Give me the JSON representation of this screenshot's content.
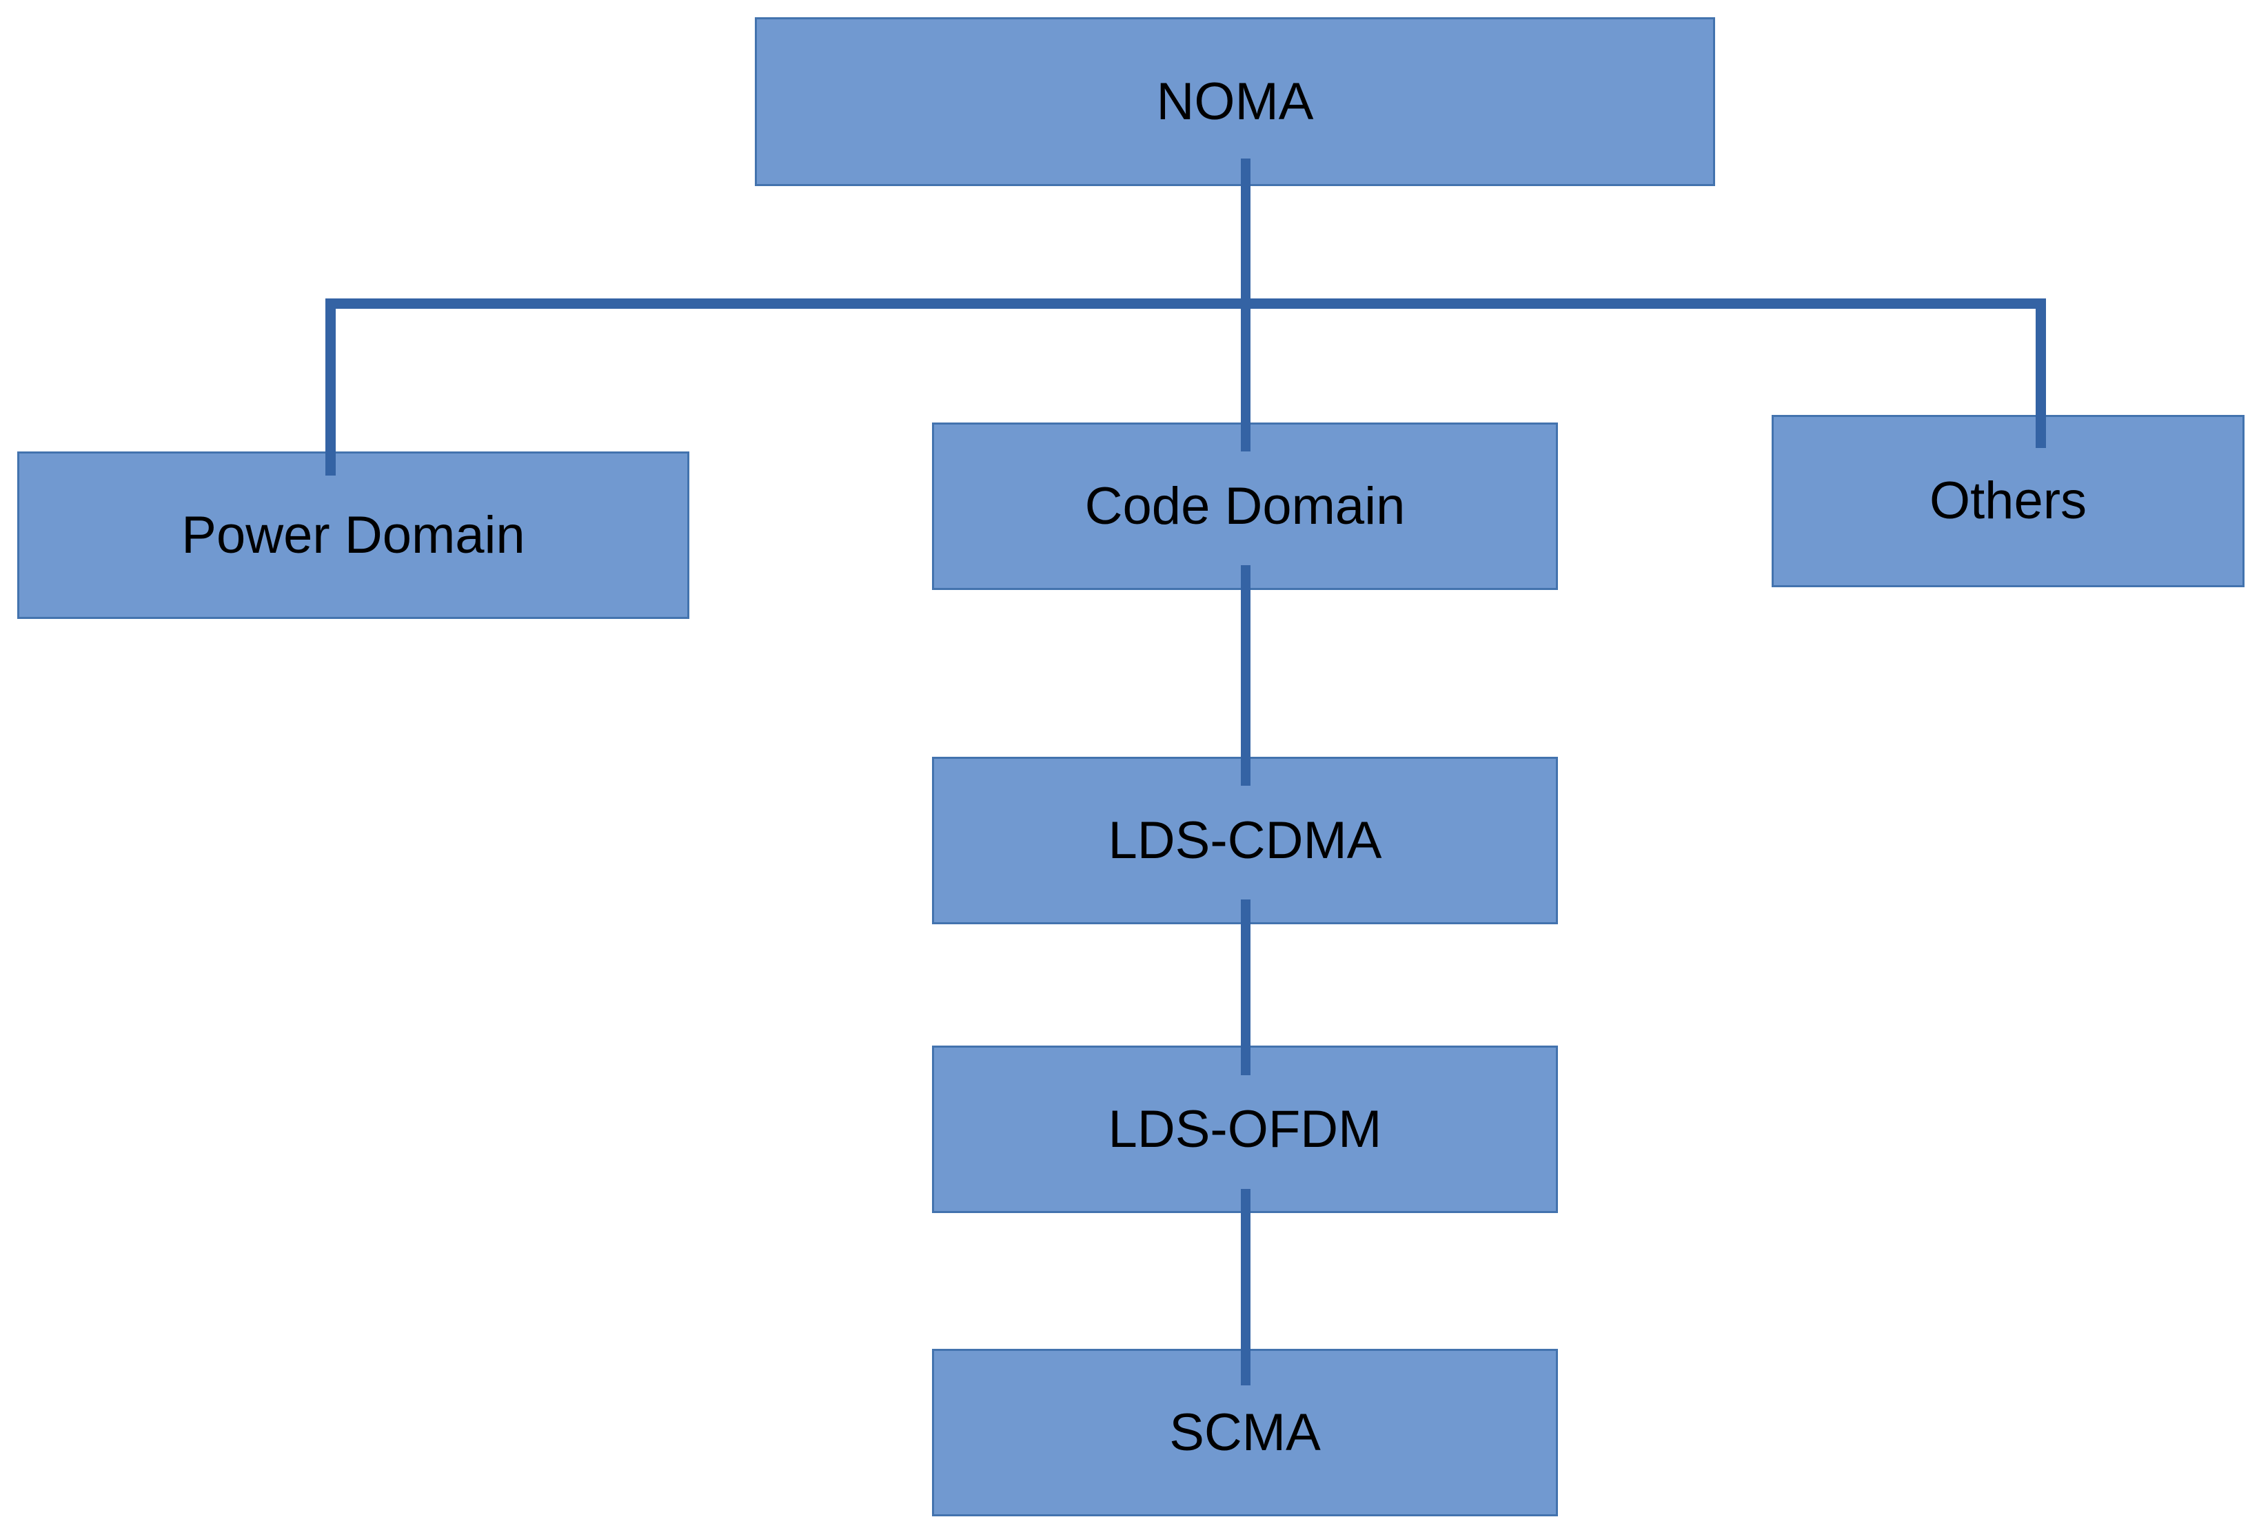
{
  "diagram": {
    "type": "hierarchy-flowchart",
    "nodes": {
      "noma": {
        "label": "NOMA"
      },
      "power": {
        "label": "Power Domain"
      },
      "code": {
        "label": "Code Domain"
      },
      "others": {
        "label": "Others"
      },
      "lds_cdma": {
        "label": "LDS-CDMA"
      },
      "lds_ofdm": {
        "label": "LDS-OFDM"
      },
      "scma": {
        "label": "SCMA"
      }
    },
    "edges": [
      {
        "from": "NOMA",
        "to": "Power Domain"
      },
      {
        "from": "NOMA",
        "to": "Code Domain"
      },
      {
        "from": "NOMA",
        "to": "Others"
      },
      {
        "from": "Code Domain",
        "to": "LDS-CDMA"
      },
      {
        "from": "LDS-CDMA",
        "to": "LDS-OFDM"
      },
      {
        "from": "LDS-OFDM",
        "to": "SCMA"
      }
    ],
    "colors": {
      "node_fill": "#7199d0",
      "node_border": "#4373ae",
      "connector": "#3463a4",
      "text": "#000000",
      "background": "#ffffff"
    }
  }
}
